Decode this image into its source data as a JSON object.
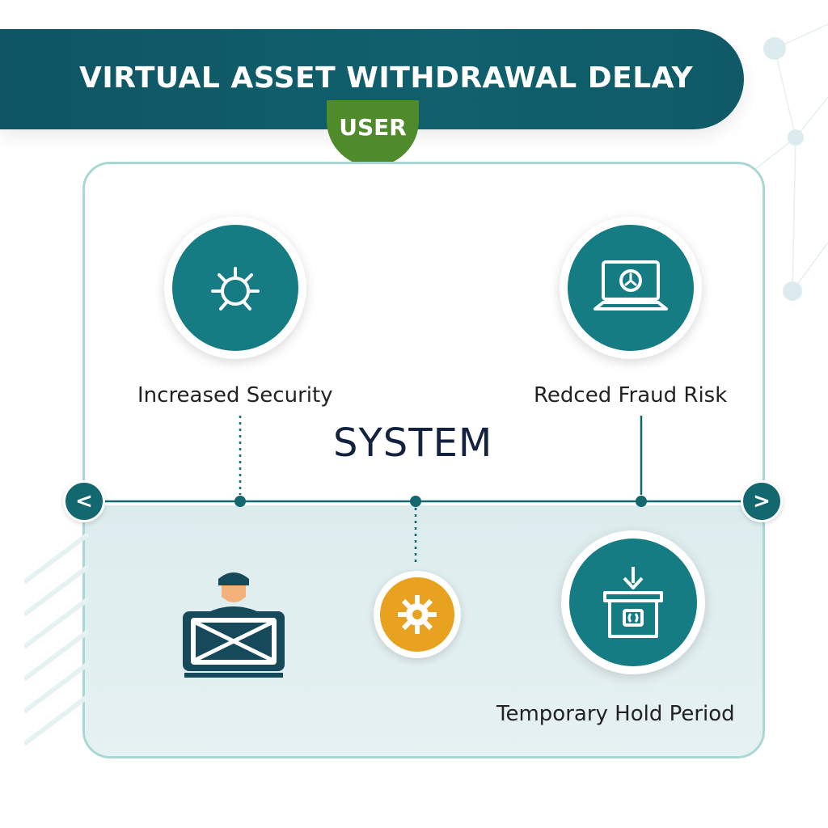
{
  "header": {
    "title": "VIRTUAL ASSET WITHDRAWAL DELAY",
    "badge": "USER"
  },
  "diagram": {
    "center_label": "SYSTEM",
    "nodes": [
      {
        "id": "increased-security",
        "label": "Increased Security",
        "icon": "bug-icon"
      },
      {
        "id": "reduced-fraud-risk",
        "label": "Redced Fraud Risk",
        "icon": "laptop-clock-icon"
      },
      {
        "id": "user",
        "label": "",
        "icon": "user-envelope-icon"
      },
      {
        "id": "process",
        "label": "",
        "icon": "gear-icon"
      },
      {
        "id": "temporary-hold-period",
        "label": "Temporary Hold Period",
        "icon": "download-box-icon"
      }
    ],
    "nav": {
      "prev": "<",
      "next": ">"
    }
  },
  "colors": {
    "teal_dark": "#0f5563",
    "teal": "#147c82",
    "green": "#4f8a2b",
    "gold": "#e8a21f",
    "panel_border": "#a8d8d4"
  }
}
